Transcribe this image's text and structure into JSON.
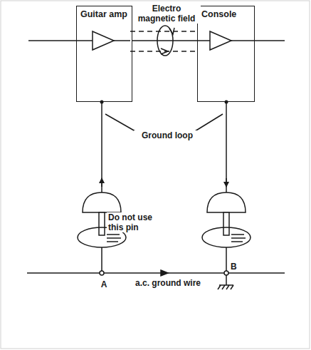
{
  "diagram": {
    "nodes": [
      {
        "text": [
          "Guitar amp"
        ]
      },
      {
        "text": [
          "Console"
        ]
      }
    ],
    "edges": [
      {
        "from": 0,
        "to": 1,
        "arrow": "none"
      }
    ],
    "labels": [
      "Electro magnetic field",
      "Ground loop",
      "Do not use this pin",
      "A",
      "a.c. ground wire",
      "B"
    ]
  }
}
